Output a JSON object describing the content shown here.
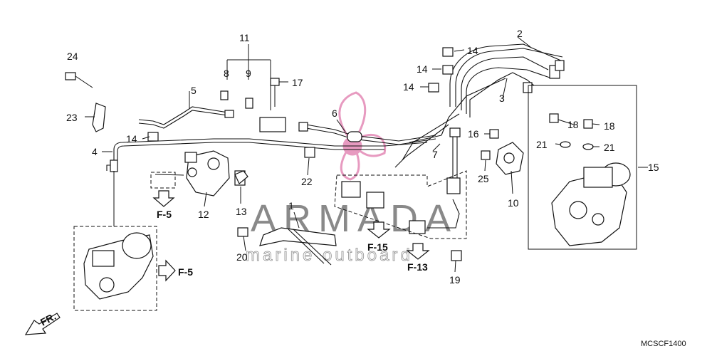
{
  "callouts": [
    "1",
    "2",
    "3",
    "4",
    "5",
    "6",
    "7",
    "8",
    "9",
    "10",
    "11",
    "12",
    "13",
    "14",
    "14",
    "14",
    "14",
    "15",
    "16",
    "17",
    "18",
    "18",
    "19",
    "20",
    "21",
    "21",
    "22",
    "23",
    "24",
    "25"
  ],
  "refs": [
    "F-5",
    "F-5",
    "F-15",
    "F-13"
  ],
  "front_label": "FR.",
  "diagram_code": "MCSCF1400",
  "watermark": {
    "brand": "ARMADA",
    "tagline": "marine outboard",
    "color": "#e79ac0"
  }
}
